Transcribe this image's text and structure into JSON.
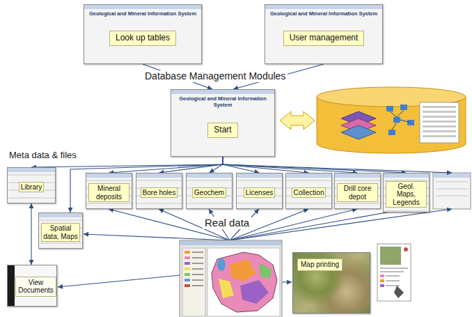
{
  "diagram": {
    "nodes": [
      {
        "text": [
          "Geological and Mineral Information System",
          "Look up tables"
        ]
      },
      {
        "text": [
          "Geological and Mineral Information System",
          "User management"
        ]
      },
      {
        "text": [
          "Geological and Mineral Information System",
          "Start"
        ]
      },
      {
        "text": [
          "Library"
        ]
      },
      {
        "text": [
          "Mineral deposits"
        ]
      },
      {
        "text": [
          "Bore holes"
        ]
      },
      {
        "text": [
          "Geochem"
        ]
      },
      {
        "text": [
          "Licenses"
        ]
      },
      {
        "text": [
          "Collection"
        ]
      },
      {
        "text": [
          "Drill core depot"
        ]
      },
      {
        "text": [
          "Geol. Maps, Legends"
        ]
      },
      {
        "text": [
          "Spatial data, Maps"
        ]
      },
      {
        "text": [
          "View Documents"
        ]
      },
      {
        "text": [
          "Map printing"
        ]
      }
    ],
    "edges": [
      {
        "from": 0,
        "to": 2,
        "arrow": "to"
      },
      {
        "from": 1,
        "to": 2,
        "arrow": "to"
      },
      {
        "from": 2,
        "to": 3,
        "arrow": "to"
      },
      {
        "from": 2,
        "to": 4,
        "arrow": "to"
      },
      {
        "from": 2,
        "to": 5,
        "arrow": "to"
      },
      {
        "from": 2,
        "to": 6,
        "arrow": "to"
      },
      {
        "from": 2,
        "to": 7,
        "arrow": "to"
      },
      {
        "from": 2,
        "to": 8,
        "arrow": "to"
      },
      {
        "from": 2,
        "to": 9,
        "arrow": "to"
      },
      {
        "from": 2,
        "to": 10,
        "arrow": "to"
      },
      {
        "from": 2,
        "to": 11,
        "arrow": "to"
      },
      {
        "from": 3,
        "to": 12,
        "arrow": "both"
      }
    ],
    "labels": [
      "Database Management Modules",
      "Meta data & files",
      "Real data"
    ]
  }
}
